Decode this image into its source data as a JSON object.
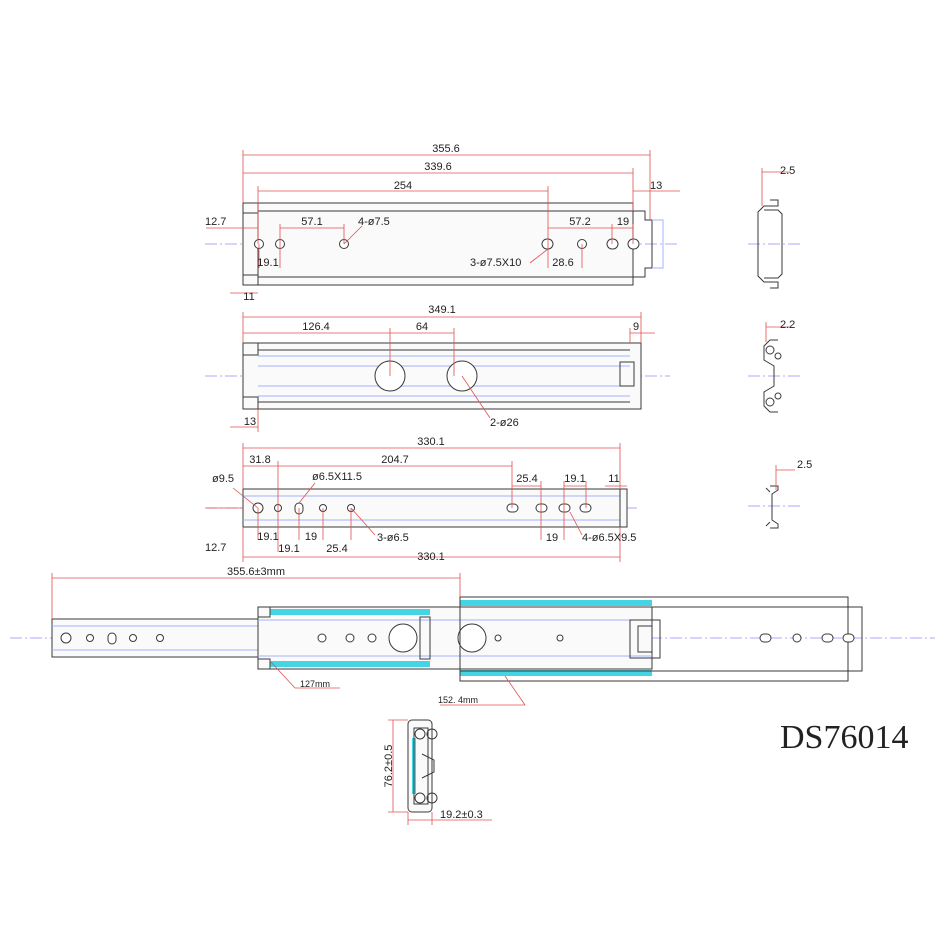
{
  "model": "DS76014",
  "views": {
    "outer_member": {
      "overall": "355.6",
      "length2": "339.6",
      "span": "254",
      "end_offset": "13",
      "left_vertical": "12.7",
      "hole_pitch_left": "57.1",
      "holes_left": "4-ø7.5",
      "hole_pitch_right": "57.2",
      "right_pitch": "19",
      "left_pitch": "19.1",
      "slots": "3-ø7.5X10",
      "slot_pitch": "28.6",
      "left_end": "11"
    },
    "middle_member": {
      "overall": "349.1",
      "offset1": "126.4",
      "pitch": "64",
      "end": "9",
      "left_end": "13",
      "access_holes": "2-ø26"
    },
    "inner_member": {
      "overall_top": "330.1",
      "offset1": "31.8",
      "span": "204.7",
      "hole_left": "ø9.5",
      "slot_left": "ø6.5X11.5",
      "pitch_right_a": "25.4",
      "pitch_right_b": "19.1",
      "end": "11",
      "left_vertical": "12.7",
      "pitch_b1": "19.1",
      "pitch_b2": "19.1",
      "pitch_b3": "19",
      "pitch_b4": "25.4",
      "holes": "3-ø6.5",
      "pitch_b5": "19",
      "slots_right": "4-ø6.5X9.5",
      "overall_bottom": "330.1"
    },
    "profiles": {
      "outer_thickness": "2.5",
      "middle_thickness": "2.2",
      "inner_thickness": "2.5"
    },
    "assembly": {
      "travel": "355.6±3mm",
      "overlap1": "127mm",
      "overlap2": "152. 4mm"
    },
    "section": {
      "height": "76.2±0.5",
      "width": "19.2±0.3"
    }
  }
}
